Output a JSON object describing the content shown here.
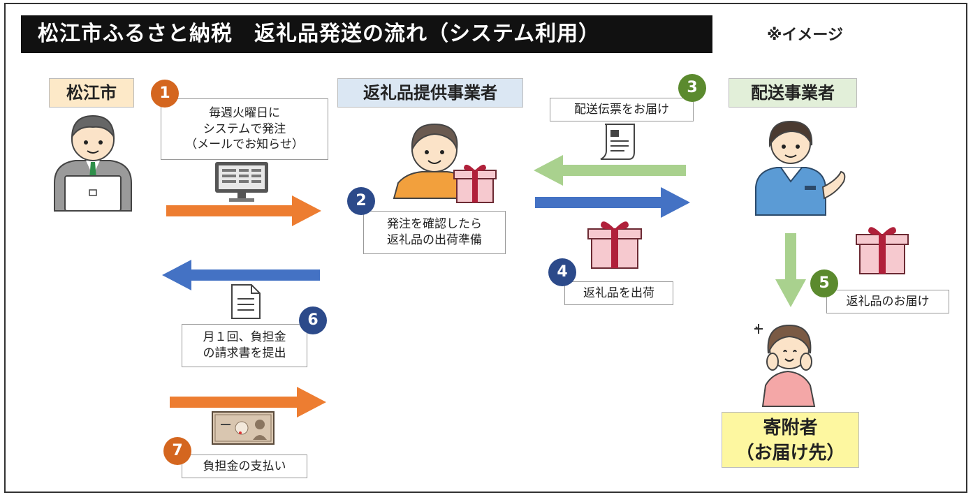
{
  "header": {
    "title": "松江市ふるさと納税　返礼品発送の流れ（システム利用）",
    "note": "※イメージ"
  },
  "actors": {
    "city": "松江市",
    "supplier": "返礼品提供事業者",
    "delivery": "配送事業者",
    "recipient_line1": "寄附者",
    "recipient_line2": "（お届け先）"
  },
  "steps": [
    {
      "num": "1",
      "text_lines": [
        "毎週火曜日に",
        "システムで発注",
        "（メールでお知らせ）"
      ]
    },
    {
      "num": "2",
      "text_lines": [
        "発注を確認したら",
        "返礼品の出荷準備"
      ]
    },
    {
      "num": "3",
      "text_lines": [
        "配送伝票をお届け"
      ]
    },
    {
      "num": "4",
      "text_lines": [
        "返礼品を出荷"
      ]
    },
    {
      "num": "5",
      "text_lines": [
        "返礼品のお届け"
      ]
    },
    {
      "num": "6",
      "text_lines": [
        "月１回、負担金",
        "の請求書を提出"
      ]
    },
    {
      "num": "7",
      "text_lines": [
        "負担金の支払い"
      ]
    }
  ],
  "colors": {
    "orange": "#d4661f",
    "navy": "#2c4a8a",
    "green": "#5b8a2e",
    "arrow_orange": "#ed7d31",
    "arrow_blue": "#4472c4",
    "arrow_green": "#a9d18e"
  }
}
